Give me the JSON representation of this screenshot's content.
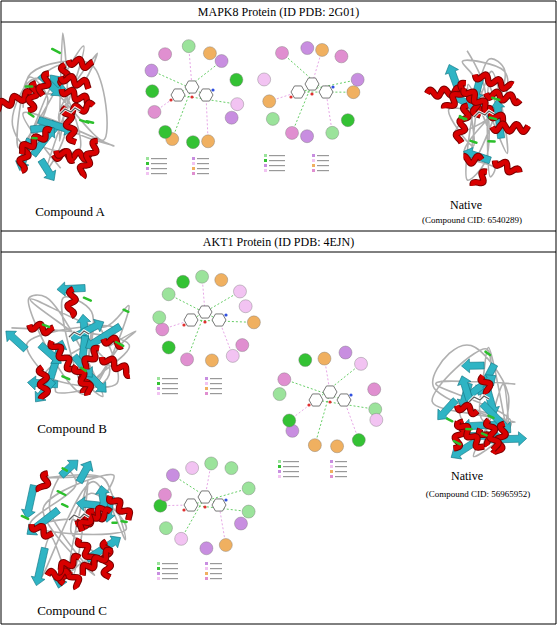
{
  "diagram": {
    "nodes": [
      {
        "text": [
          "MAPK8 Protein (ID PDB: 2G01)"
        ]
      },
      {
        "text": [
          "AKT1 Protein (ID PDB: 4EJN)"
        ]
      }
    ],
    "labels": [
      "Compound A",
      "Native",
      "(Compound CID: 6540289)",
      "Compound B",
      "Compound C",
      "Native",
      "(Compound CID: 56965952)"
    ]
  }
}
